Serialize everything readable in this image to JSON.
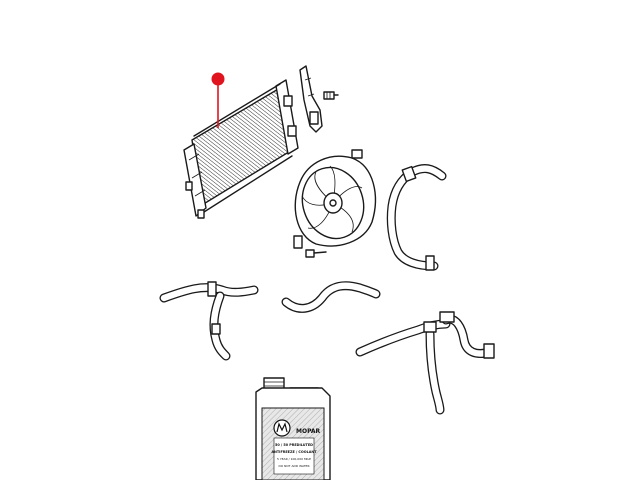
{
  "diagram": {
    "callout": {
      "color": "#e0141e"
    },
    "jug": {
      "brand": "MOPAR",
      "lines": [
        "50 / 50 PREDILUTED",
        "ANTIFREEZE / COOLANT",
        "5 YEAR / 100,000 MILE",
        "DO NOT ADD WATER"
      ]
    }
  }
}
